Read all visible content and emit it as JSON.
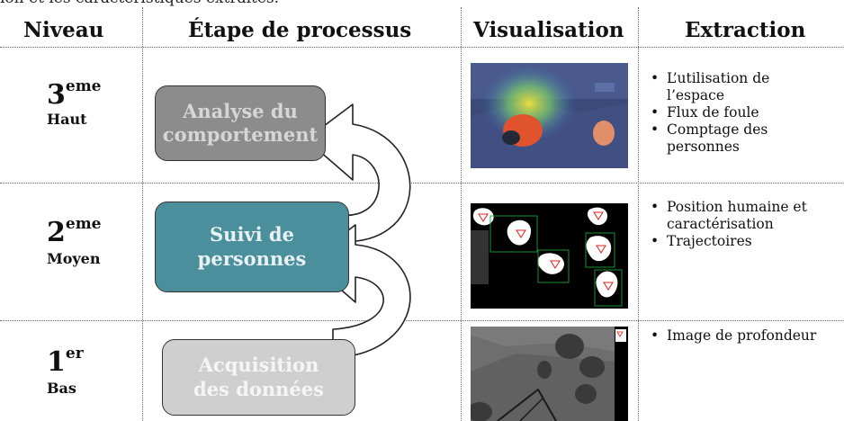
{
  "caption_fragment": "ion et les caractéristiques extraites.",
  "headers": {
    "level": "Niveau",
    "step": "Étape de processus",
    "visualization": "Visualisation",
    "extraction": "Extraction"
  },
  "levels": [
    {
      "number": "3",
      "sup": "eme",
      "name": "Haut",
      "step_line1": "Analyse du",
      "step_line2": "comportement",
      "box_color": "#8c8c8c",
      "text_color": "#d6d6d6",
      "extraction": [
        "L’utilisation de",
        "l’espace",
        "Flux de foule",
        "Comptage des",
        "personnes"
      ]
    },
    {
      "number": "2",
      "sup": "eme",
      "name": "Moyen",
      "step_line1": "Suivi de",
      "step_line2": "personnes",
      "box_color": "#4b8e9c",
      "text_color": "#e8f2f4",
      "extraction": [
        "Position humaine et",
        "caractérisation",
        "Trajectoires"
      ]
    },
    {
      "number": "1",
      "sup": "er",
      "name": "Bas",
      "step_line1": "Acquisition",
      "step_line2": "des données",
      "box_color": "#cfcfcf",
      "text_color": "#f5f5f5",
      "extraction": [
        "Image de profondeur"
      ]
    }
  ],
  "visualizations": [
    "heatmap-image",
    "tracking-image",
    "depth-image"
  ]
}
